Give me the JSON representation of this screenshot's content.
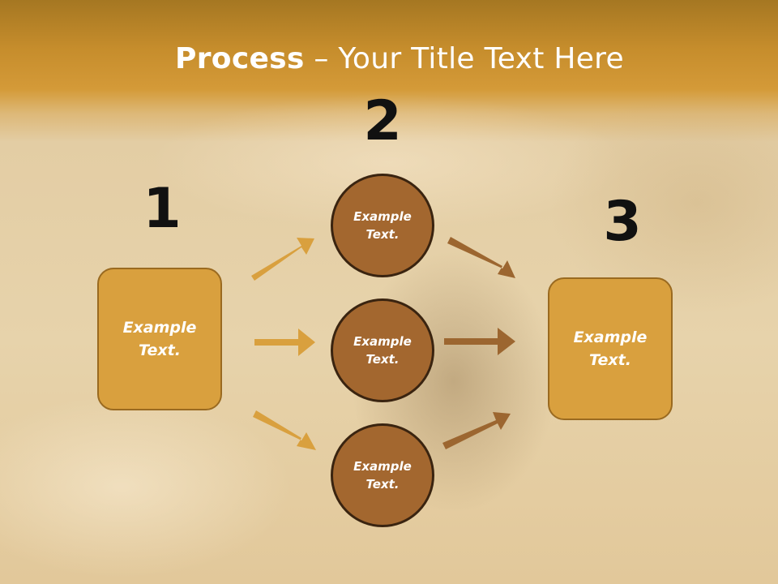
{
  "title": {
    "bold": "Process",
    "rest": " – Your Title Text Here"
  },
  "steps": {
    "one": "1",
    "two": "2",
    "three": "3"
  },
  "left_box": {
    "line1": "Example",
    "line2": "Text."
  },
  "right_box": {
    "line1": "Example",
    "line2": "Text."
  },
  "circles": [
    {
      "line1": "Example",
      "line2": "Text."
    },
    {
      "line1": "Example",
      "line2": "Text."
    },
    {
      "line1": "Example",
      "line2": "Text."
    }
  ],
  "colors": {
    "header": "#c68d2c",
    "box_fill": "#d9a03e",
    "circle_fill": "#a3672f",
    "arrow_in": "#d9a03e",
    "arrow_out": "#9c6630"
  }
}
